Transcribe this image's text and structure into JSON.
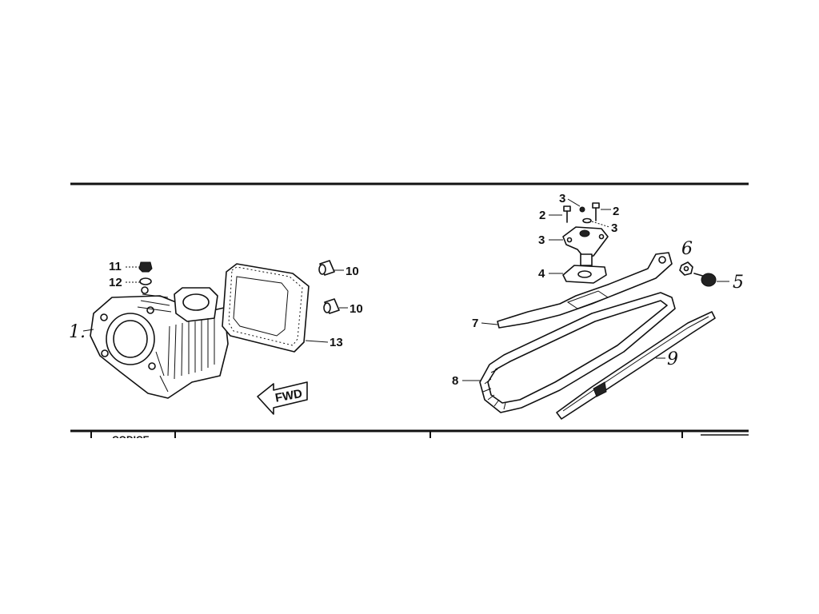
{
  "diagram": {
    "fwd_label": "FWD",
    "table_header_code": "CODICE",
    "labels": {
      "p1": "1.",
      "p2a": "2",
      "p2b": "2",
      "p3a": "3",
      "p3b": "3",
      "p3c": "3",
      "p4": "4",
      "p5": "5",
      "p6": "6",
      "p7": "7",
      "p8": "8",
      "p9": "9",
      "p10a": "10",
      "p10b": "10",
      "p11": "11",
      "p12": "12",
      "p13": "13"
    }
  }
}
